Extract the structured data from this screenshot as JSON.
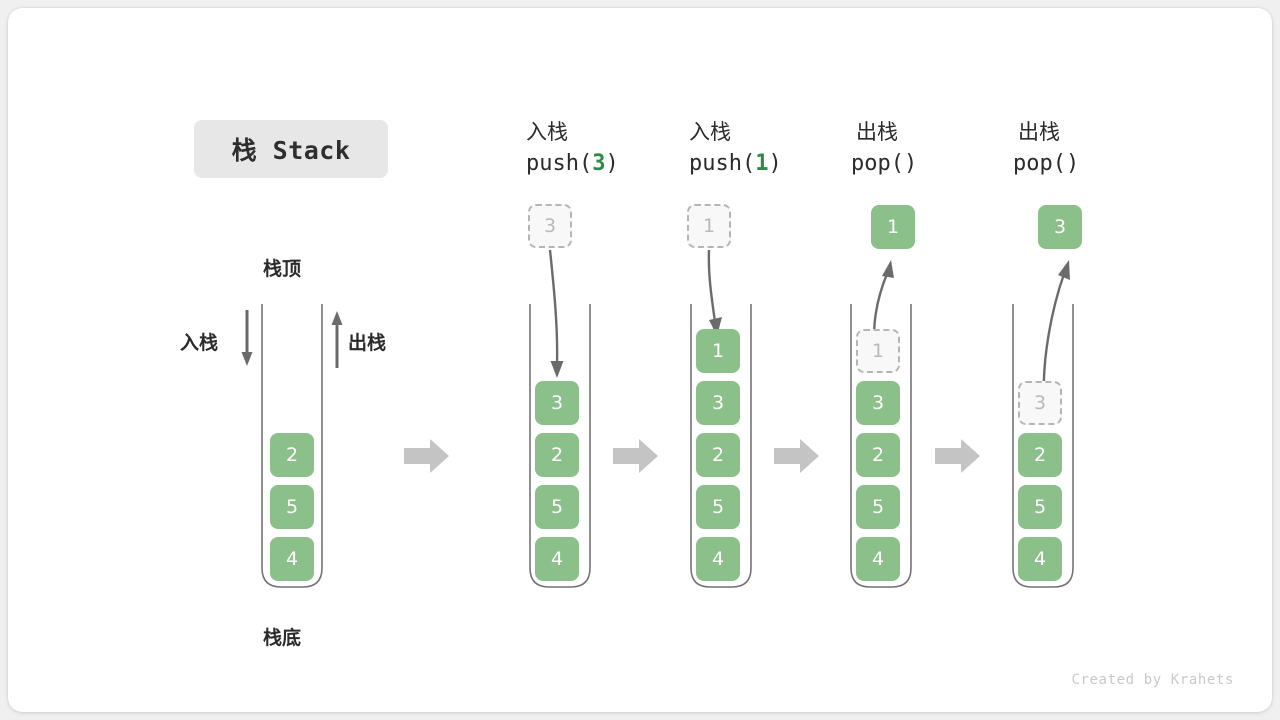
{
  "title": {
    "text": "栈 Stack"
  },
  "legend": {
    "top_label": "栈顶",
    "bottom_label": "栈底",
    "push_label": "入栈",
    "pop_label": "出栈"
  },
  "colors": {
    "element_fill": "#8cc08a",
    "element_text": "#ffffff",
    "ghost_fill": "#f8f8f8",
    "ghost_border": "#b5b5b5",
    "ghost_text": "#b9b9b9",
    "arrow": "#6b6b6b",
    "step_arrow": "#c4c4c4",
    "badge_bg": "#e7e7e7",
    "text": "#2b2b2b",
    "code_accent": "#2e8b44"
  },
  "steps": [
    {
      "id": "initial",
      "op_cn": "",
      "op_code": "",
      "op_arg": "",
      "floating": null,
      "stack": [
        "2",
        "5",
        "4"
      ],
      "ghost_index": -1
    },
    {
      "id": "push-3",
      "op_cn": "入栈",
      "op_code_prefix": "push(",
      "op_arg": "3",
      "op_code_suffix": ")",
      "floating": {
        "value": "3",
        "style": "ghost",
        "direction": "in"
      },
      "stack": [
        "3",
        "2",
        "5",
        "4"
      ],
      "ghost_index": -1
    },
    {
      "id": "push-1",
      "op_cn": "入栈",
      "op_code_prefix": "push(",
      "op_arg": "1",
      "op_code_suffix": ")",
      "floating": {
        "value": "1",
        "style": "ghost",
        "direction": "in"
      },
      "stack": [
        "1",
        "3",
        "2",
        "5",
        "4"
      ],
      "ghost_index": -1
    },
    {
      "id": "pop-1",
      "op_cn": "出栈",
      "op_code_prefix": "pop(",
      "op_arg": "",
      "op_code_suffix": ")",
      "floating": {
        "value": "1",
        "style": "solid",
        "direction": "out"
      },
      "stack": [
        "1",
        "3",
        "2",
        "5",
        "4"
      ],
      "ghost_index": 0
    },
    {
      "id": "pop-3",
      "op_cn": "出栈",
      "op_code_prefix": "pop(",
      "op_arg": "",
      "op_code_suffix": ")",
      "floating": {
        "value": "3",
        "style": "solid",
        "direction": "out"
      },
      "stack": [
        "3",
        "2",
        "5",
        "4"
      ],
      "ghost_index": 0
    }
  ],
  "watermark": "Created by Krahets"
}
